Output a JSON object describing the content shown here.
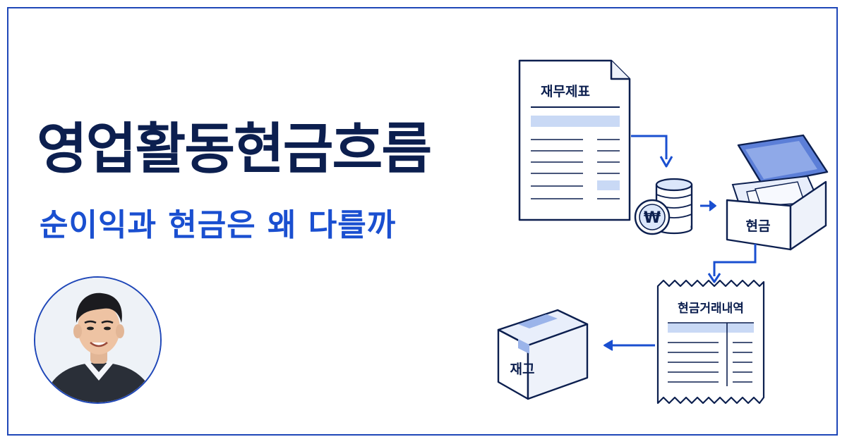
{
  "title": "영업활동현금흐름",
  "subtitle": "순이익과 현금은 왜 다를까",
  "diagram": {
    "statement_label": "재무제표",
    "coin_symbol": "₩",
    "cash_label": "현금",
    "receipt_label": "현금거래내역",
    "inventory_label": "재고"
  },
  "colors": {
    "navy": "#0c1f4f",
    "accent_blue": "#1a4fd0",
    "light_blue": "#c9d9f5"
  }
}
